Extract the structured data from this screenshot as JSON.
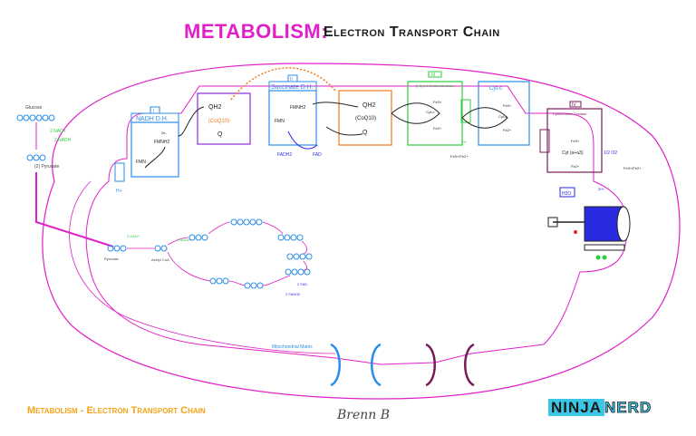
{
  "title": {
    "main": "METABOLISM:",
    "sub": "Electron Transport Chain"
  },
  "footer": {
    "left": "Metabolism - Electron Transport Chain",
    "signature": "Brenn B",
    "logo_a": "NINJA",
    "logo_b": "NERD"
  },
  "glycolysis": {
    "glucose": "Glucose",
    "nad": "2 NAD+",
    "nadh": "2 NADH",
    "pyruvate": "(2) Pyruvate"
  },
  "complex1": {
    "numeral": "I",
    "name": "NADH D.H.",
    "fmn": "FMN",
    "fmnh2": "FMNH2",
    "h": "H+",
    "e": "2e-"
  },
  "coq1": {
    "qh2": "QH2",
    "coq": "(CoQ10)",
    "q": "Q"
  },
  "complex2": {
    "numeral": "II",
    "name": "Succinate D.H.",
    "fmnh2": "FMNH2",
    "fmn": "FMN",
    "fadh2": "FADH2",
    "fad": "FAD"
  },
  "coq2": {
    "qh2": "QH2",
    "coq": "(CoQ10)",
    "q": "Q"
  },
  "complex3": {
    "numeral": "III",
    "name": "Q-Cyt-c Oxidoreductase",
    "cyt": "Cyt-c",
    "fe3": "Fe3+",
    "fe2": "Fe2+",
    "note": "Fe3+/Fe2+",
    "h": "H+"
  },
  "cytc": {
    "name": "Cyt-c",
    "cyt": "Cyt-c",
    "fe3": "Fe3+",
    "fe2": "Fe2+"
  },
  "complex4": {
    "numeral": "IV",
    "name": "Cytochrome Oxidase",
    "cyt": "Cyt (a+a3)",
    "fe3": "Fe3+",
    "fe2": "Fe2+",
    "o2": "1/2 O2",
    "h": "2H+",
    "note": "Fe3+/Fe2+",
    "water": "H2O"
  },
  "krebs": {
    "pyruvate": "Pyruvate",
    "acetyl": "Acetyl CoA",
    "nad": "2 NAD+",
    "nadh": "2 NADH",
    "fad": "2 FAD",
    "fadh2": "2 FADH2"
  },
  "matrix": {
    "label": "Mitochondrial Matrix"
  },
  "colors": {
    "pink": "#e020c8",
    "blue": "#2a8ee8",
    "purple": "#8a2be2",
    "orange": "#f47a1a",
    "green": "#2ecc40",
    "maroon": "#7a1a5a",
    "navy": "#2a2ae0"
  }
}
